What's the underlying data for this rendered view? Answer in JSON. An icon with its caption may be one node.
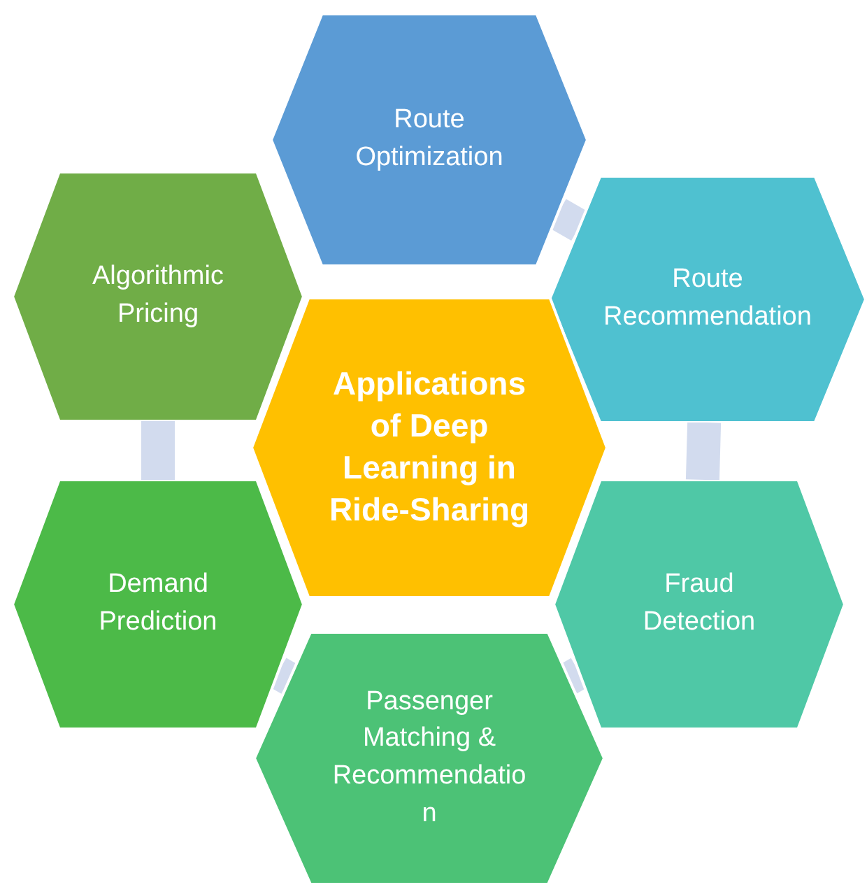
{
  "diagram": {
    "nodes": [
      {
        "text": [
          "Route Optimization"
        ]
      },
      {
        "text": [
          "Algorithmic Pricing"
        ]
      },
      {
        "text": [
          "Route Recommendation"
        ]
      },
      {
        "text": [
          "Applications of Deep Learning in Ride-Sharing"
        ]
      },
      {
        "text": [
          "Demand Prediction"
        ]
      },
      {
        "text": [
          "Fraud Detection"
        ]
      },
      {
        "text": [
          "Passenger Matching & Recommendatio n"
        ]
      }
    ],
    "edges": [
      {
        "from": 0,
        "to": 2,
        "arrow": "none"
      },
      {
        "from": 2,
        "to": 5,
        "arrow": "none"
      },
      {
        "from": 5,
        "to": 6,
        "arrow": "none"
      },
      {
        "from": 6,
        "to": 4,
        "arrow": "none"
      },
      {
        "from": 4,
        "to": 1,
        "arrow": "none"
      }
    ]
  }
}
